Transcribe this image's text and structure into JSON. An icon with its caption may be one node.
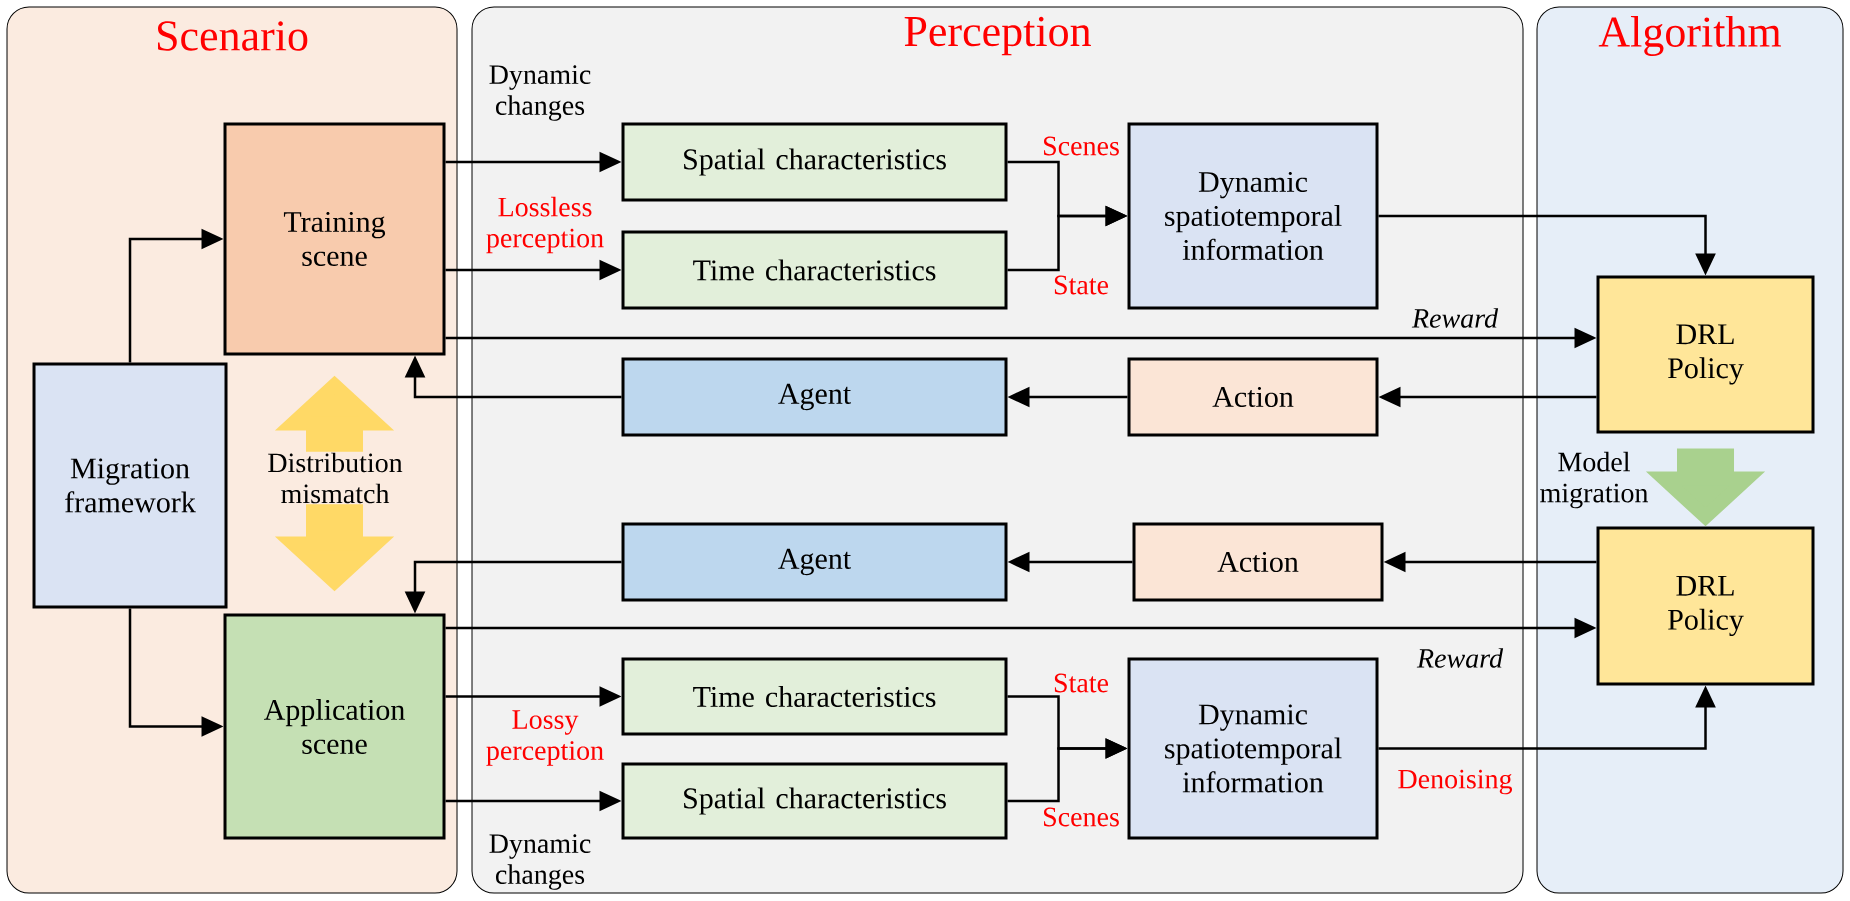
{
  "diagram": {
    "nodes": [
      {
        "text": [
          "Scenario"
        ]
      },
      {
        "text": [
          "Perception"
        ]
      },
      {
        "text": [
          "Algorithm"
        ]
      },
      {
        "text": [
          "Training scene"
        ],
        "in": 0
      },
      {
        "text": [
          "Migration framework"
        ],
        "in": 0
      },
      {
        "text": [
          "Application scene"
        ],
        "in": 0
      },
      {
        "text": [
          "Spatial characteristics"
        ],
        "in": 1
      },
      {
        "text": [
          "Time characteristics"
        ],
        "in": 1
      },
      {
        "text": [
          "Dynamic spatiotemporal information"
        ],
        "in": 1
      },
      {
        "text": [
          "Agent"
        ],
        "in": 1
      },
      {
        "text": [
          "Action"
        ],
        "in": 1
      },
      {
        "text": [
          "Agent"
        ],
        "in": 1
      },
      {
        "text": [
          "Action"
        ],
        "in": 1
      },
      {
        "text": [
          "Time characteristics"
        ],
        "in": 1
      },
      {
        "text": [
          "Spatial characteristics"
        ],
        "in": 1
      },
      {
        "text": [
          "Dynamic spatiotemporal information"
        ],
        "in": 1
      },
      {
        "text": [
          "DRL Policy"
        ],
        "in": 2
      },
      {
        "text": [
          "DRL Policy"
        ],
        "in": 2
      }
    ],
    "edges": [
      {
        "from": 4,
        "to": 3,
        "arrow": "to"
      },
      {
        "from": 4,
        "to": 5,
        "arrow": "to"
      },
      {
        "from": 3,
        "to": 6,
        "arrow": "to",
        "label": "Dynamic changes"
      },
      {
        "from": 3,
        "to": 7,
        "arrow": "to",
        "label": "Lossless perception"
      },
      {
        "from": 6,
        "to": 8,
        "arrow": "to",
        "label": "Scenes"
      },
      {
        "from": 7,
        "to": 8,
        "arrow": "to",
        "label": "State"
      },
      {
        "from": 8,
        "to": 16,
        "arrow": "to"
      },
      {
        "from": 3,
        "to": 16,
        "arrow": "to",
        "label": "Reward"
      },
      {
        "from": 16,
        "to": 10,
        "arrow": "to"
      },
      {
        "from": 10,
        "to": 9,
        "arrow": "to"
      },
      {
        "from": 9,
        "to": 3,
        "arrow": "to"
      },
      {
        "from": 3,
        "to": 5,
        "arrow": "both",
        "label": "Distribution mismatch",
        "style": "thick",
        "color": "#ffd966"
      },
      {
        "from": 16,
        "to": 17,
        "arrow": "to",
        "label": "Model migration",
        "style": "thick",
        "color": "#a9d18e"
      },
      {
        "from": 17,
        "to": 12,
        "arrow": "to"
      },
      {
        "from": 12,
        "to": 11,
        "arrow": "to"
      },
      {
        "from": 11,
        "to": 5,
        "arrow": "to"
      },
      {
        "from": 5,
        "to": 17,
        "arrow": "to",
        "label": "Reward"
      },
      {
        "from": 5,
        "to": 13,
        "arrow": "to",
        "label": "Lossy perception"
      },
      {
        "from": 5,
        "to": 14,
        "arrow": "to",
        "label": "Dynamic changes"
      },
      {
        "from": 13,
        "to": 15,
        "arrow": "to",
        "label": "State"
      },
      {
        "from": 14,
        "to": 15,
        "arrow": "to",
        "label": "Scenes"
      },
      {
        "from": 15,
        "to": 17,
        "arrow": "to",
        "label": "Denoising"
      }
    ]
  }
}
